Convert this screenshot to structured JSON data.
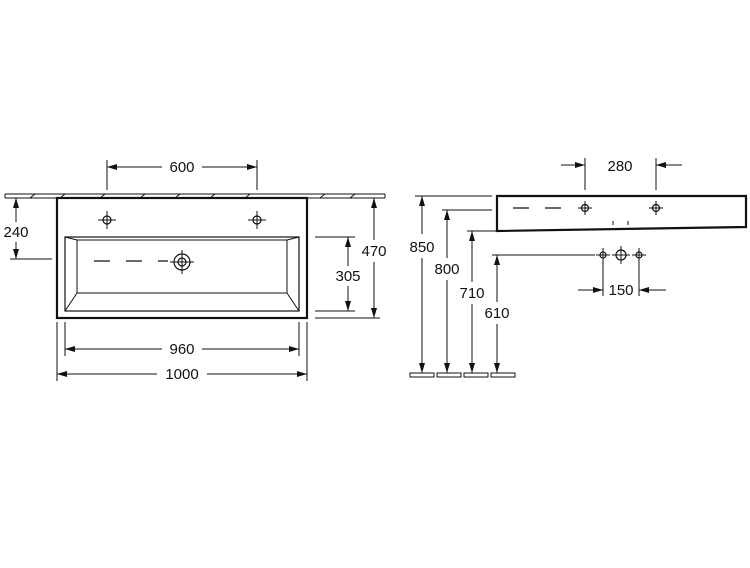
{
  "front_view": {
    "dim_tap_spacing": "600",
    "dim_tap_height": "240",
    "dim_total_depth": "470",
    "dim_bowl_depth": "305",
    "dim_inner_width": "960",
    "dim_total_width": "1000"
  },
  "side_view": {
    "dim_tap_distance": "280",
    "dim_height_top": "850",
    "dim_height_800": "800",
    "dim_height_710": "710",
    "dim_height_610": "610",
    "dim_connection_spacing": "150"
  }
}
